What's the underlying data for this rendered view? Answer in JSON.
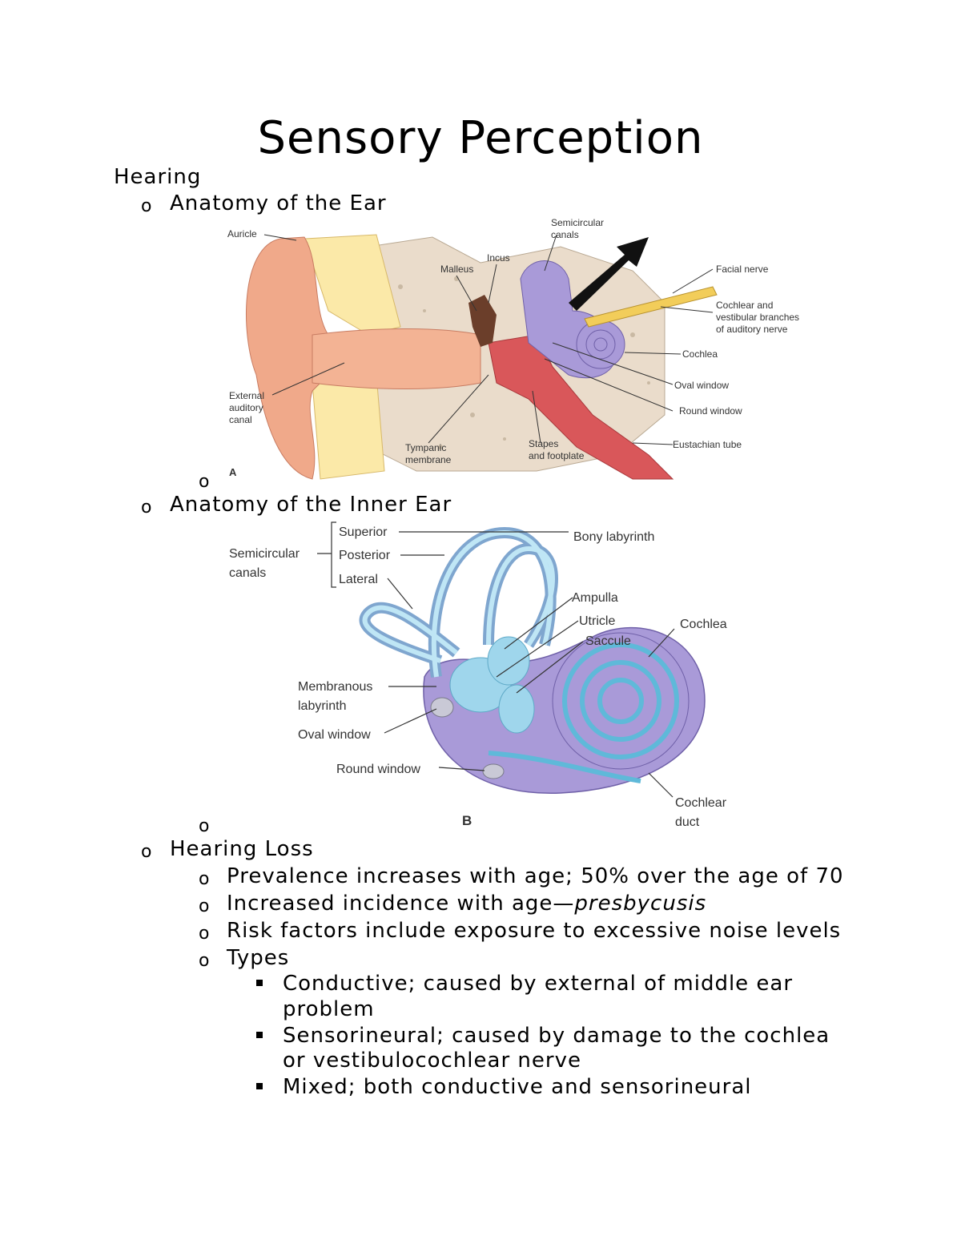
{
  "document": {
    "title": "Sensory Perception",
    "section": "Hearing",
    "bullet_circle": "o",
    "sub1_title": "Anatomy of the Ear",
    "sub2_title": "Anatomy of the Inner Ear",
    "sub3_title": "Hearing Loss",
    "hl_items": [
      "Prevalence increases with age; 50% over the age of 70",
      "Increased incidence with age—",
      "Risk factors include exposure to excessive noise levels",
      "Types"
    ],
    "hl_item2_em": "presbycusis",
    "types": [
      "Conductive; caused by external of middle ear",
      "problem",
      "Sensorineural; caused by damage to the cochlea",
      "or vestibulocochlear nerve",
      "Mixed; both conductive and sensorineural"
    ]
  },
  "figure_a": {
    "letter": "A",
    "labels": {
      "auricle": "Auricle",
      "semicircular_1": "Semicircular",
      "semicircular_2": "canals",
      "incus": "Incus",
      "malleus": "Malleus",
      "facial_nerve": "Facial nerve",
      "cochlear_1": "Cochlear and",
      "cochlear_2": "vestibular branches",
      "cochlear_3": "of auditory nerve",
      "cochlea": "Cochlea",
      "oval_window": "Oval window",
      "round_window": "Round window",
      "eustachian": "Eustachian tube",
      "external_1": "External",
      "external_2": "auditory",
      "external_3": "canal",
      "tympanic_1": "Tympanic",
      "tympanic_2": "membrane",
      "stapes_1": "Stapes",
      "stapes_2": "and footplate"
    }
  },
  "figure_b": {
    "letter": "B",
    "labels": {
      "semicircular_1": "Semicircular",
      "semicircular_2": "canals",
      "superior": "Superior",
      "posterior": "Posterior",
      "lateral": "Lateral",
      "bony_labyrinth": "Bony labyrinth",
      "ampulla": "Ampulla",
      "utricle": "Utricle",
      "saccule": "Saccule",
      "cochlea": "Cochlea",
      "membranous_1": "Membranous",
      "membranous_2": "labyrinth",
      "oval_window": "Oval window",
      "round_window": "Round window",
      "cochlear_duct_1": "Cochlear",
      "cochlear_duct_2": "duct"
    }
  },
  "colors": {
    "skin": "#f0a98a",
    "bone": "#eadccb",
    "cartilage": "#fbe9a8",
    "purple": "#a99ad8",
    "blue": "#9fd6ec",
    "red": "#d9575a"
  }
}
